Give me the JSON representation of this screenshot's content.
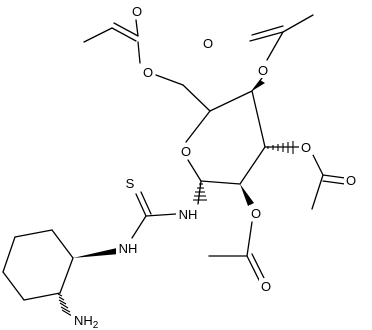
{
  "structure": {
    "atom_labels": {
      "o_carbonyl_ch2oac": "O",
      "o_ester_ch2oac": "O",
      "o_carbonyl_c4": "O",
      "o_ester_c4": "O",
      "o_ester_c3": "O",
      "o_carbonyl_c3": "O",
      "o_ring": "O",
      "o_ester_c2": "O",
      "o_carbonyl_c2": "O",
      "s_thiourea": "S",
      "nh_anomeric": "NH",
      "nh_cyclohexyl": "NH",
      "amine": "NH",
      "amine_subscript": "2"
    }
  }
}
